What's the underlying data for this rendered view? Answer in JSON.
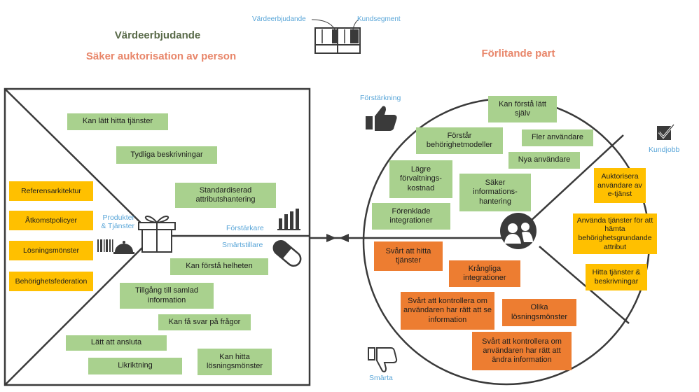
{
  "headings": {
    "value_proposition": "Värdeerbjudande",
    "value_proposition_subtitle": "Säker auktorisation av person",
    "customer_segment": "Förlitande part"
  },
  "legend": {
    "value_proposition": "Värdeerbjudande",
    "customer_segment": "Kundsegment"
  },
  "labels": {
    "products_services": "Produkter\n& Tjänster",
    "gain_creators": "Förstärkare",
    "pain_relievers": "Smärtstillare",
    "gains": "Förstärkning",
    "customer_jobs": "Kundjobb",
    "pains": "Smärta"
  },
  "products_services": [
    "Referensarkitektur",
    "Åtkomstpolicyer",
    "Lösningsmönster",
    "Behörighetsfederation"
  ],
  "gain_creators": [
    "Kan lätt hitta tjänster",
    "Tydliga beskrivningar",
    "Standardiserad attributshantering"
  ],
  "pain_relievers": [
    "Kan förstå helheten",
    "Tillgång till samlad information",
    "Kan få svar på frågor",
    "Lätt att ansluta",
    "Likriktning",
    "Kan hitta lösningsmönster"
  ],
  "gains": [
    "Kan förstå lätt själv",
    "Förstår behörighetmodeller",
    "Fler användare",
    "Nya användare",
    "Lägre förvaltnings-kostnad",
    "Säker informations-hantering",
    "Förenklade integrationer"
  ],
  "customer_jobs": [
    "Auktorisera användare av e-tjänst",
    "Använda tjänster för att hämta behörighetsgrundande attribut",
    "Hitta tjänster & beskrivningar"
  ],
  "pains": [
    "Svårt att hitta tjänster",
    "Krångliga integrationer",
    "Svårt att kontrollera om användaren har rätt att se information",
    "Olika lösningsmönster",
    "Svårt att kontrollera om användaren har rätt att ändra information"
  ],
  "colors": {
    "gain_note": "#a9d18e",
    "product_note": "#ffc000",
    "pain_note": "#ed7d31",
    "outline": "#3a3a3a",
    "label_blue": "#5aa6d8"
  },
  "icons": {
    "products": "gift-icon",
    "gain_creators": "bar-chart-icon",
    "pain_relievers": "pill-icon",
    "gains": "thumbs-up-icon",
    "pains": "thumbs-down-icon",
    "customer_jobs": "checkbox-icon",
    "customer": "people-icon"
  }
}
